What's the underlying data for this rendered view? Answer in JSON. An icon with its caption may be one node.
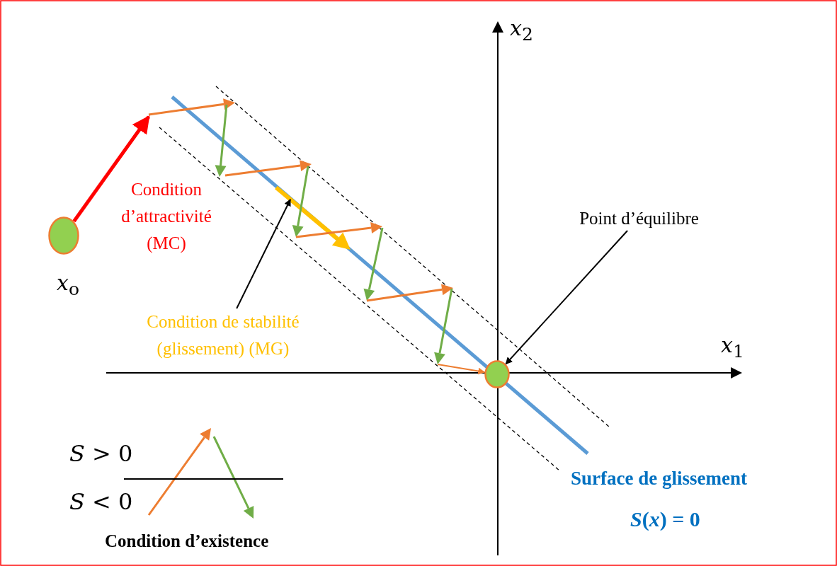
{
  "diagram": {
    "nodes": [
      {
        "text": [],
        "shape": "circle",
        "beside": [
          "*x*$_{o}$"
        ]
      },
      {
        "text": [],
        "shape": "circle"
      },
      {
        "text": [
          "Point d’équilibre"
        ]
      },
      {
        "text": [
          "Condition de stabilité (glissement) (MG)"
        ]
      }
    ],
    "edges": [
      {
        "from": 0,
        "to": null,
        "arrow": "to",
        "style": "thick",
        "color": "#ff0000"
      },
      {
        "from": 2,
        "to": 1,
        "arrow": "to"
      },
      {
        "from": 3,
        "to": null,
        "arrow": "to"
      },
      {
        "from": null,
        "to": 1,
        "arrow": "to",
        "color": "#ed7d31"
      }
    ],
    "labels": [
      "*x*$_{2}$",
      "Condition d’attractivité (MC)",
      "*x*$_{1}$",
      "Surface de glissement",
      "*S*(*x*) = 0",
      "*S* > 0",
      "*S* < 0",
      "Condition d’existence"
    ]
  }
}
